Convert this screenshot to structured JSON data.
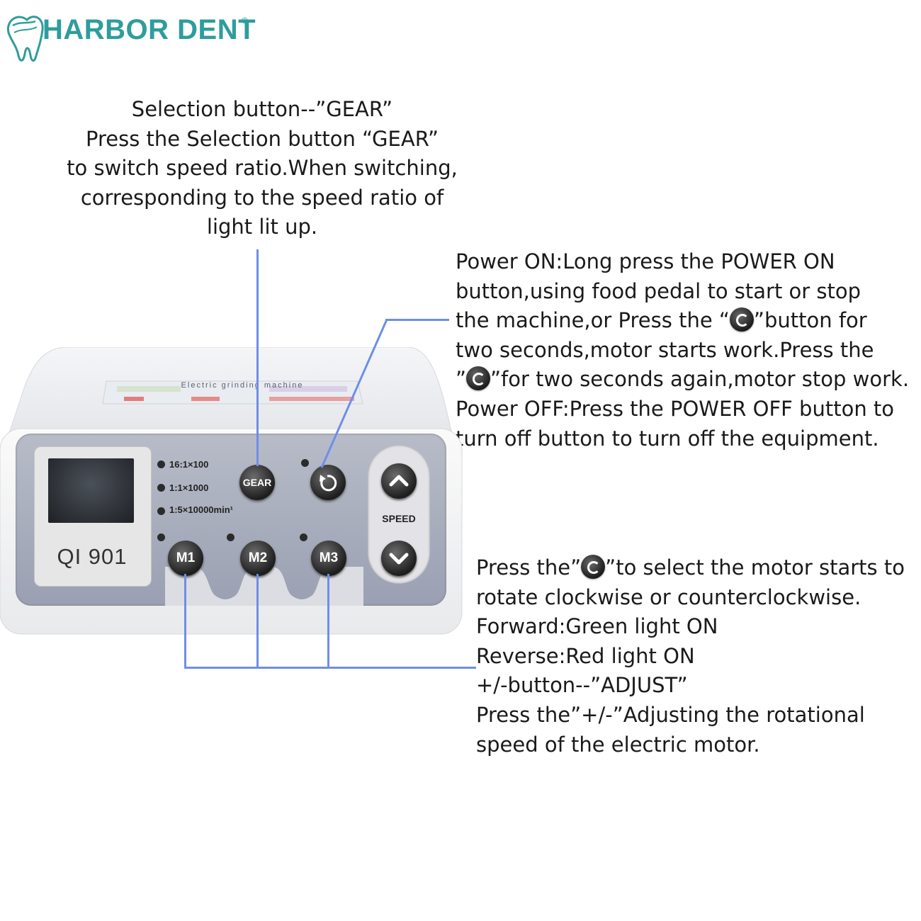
{
  "brand": {
    "name": "HARBOR DENT",
    "reg": "®"
  },
  "gear_note": {
    "lines": [
      "Selection button--”GEAR”",
      "Press the Selection button “GEAR”",
      "to switch speed ratio.When switching,",
      "corresponding to the speed ratio of",
      "light lit up."
    ]
  },
  "power_note": {
    "l1": "Power ON:Long press the POWER ON",
    "l2": "button,using food pedal to start or stop",
    "l3_a": "the machine,or Press the “",
    "l3_b": "”button for",
    "l4": "two seconds,motor starts work.Press the",
    "l5_a": "”",
    "l5_b": "”for two seconds again,motor stop work.",
    "l6": "Power OFF:Press the POWER OFF button to",
    "l7": "turn off button to turn off the equipment."
  },
  "dir_note": {
    "l1_a": "Press the”",
    "l1_b": "”to select the motor starts to",
    "l2": "rotate clockwise or counterclockwise.",
    "l3": "Forward:Green light ON",
    "l4": "Reverse:Red light ON",
    "l5": "+/-button--”ADJUST”",
    "l6": "Press the”+/-”Adjusting the rotational",
    "l7": "speed of the electric motor."
  },
  "device": {
    "model": "QI 901",
    "ratios": [
      "16:1×100",
      "1:1×1000",
      "1:5×10000min¹"
    ],
    "gear_label": "GEAR",
    "speed_label": "SPEED",
    "motor_buttons": [
      "M1",
      "M2",
      "M3"
    ],
    "sticker_title": "Electric grinding machine"
  },
  "colors": {
    "brand": "#2e9d9c",
    "line": "#6f8ee8",
    "panel": "#a7acbc"
  }
}
